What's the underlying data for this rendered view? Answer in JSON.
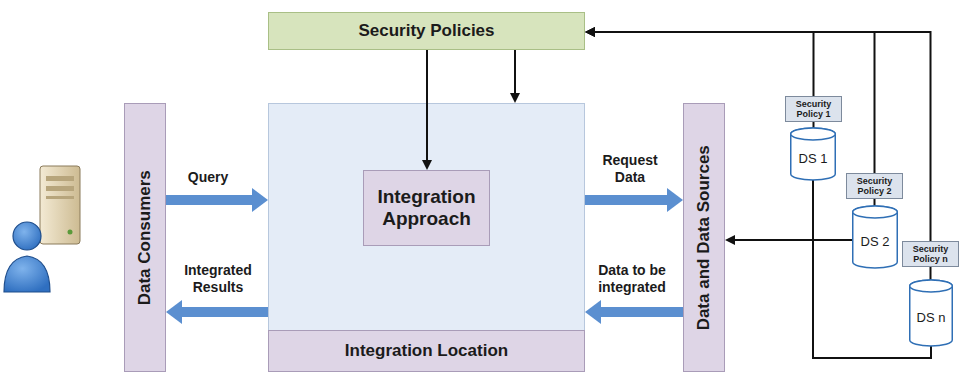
{
  "diagram": {
    "nodes": [
      {
        "text": [
          "Security Policies"
        ]
      },
      {
        "text": [
          "Data Consumers"
        ]
      },
      {
        "text": [
          "Integration Location"
        ]
      },
      {
        "text": [
          "Integration Approach"
        ],
        "in": 2
      },
      {
        "text": [
          "Data and Data Sources"
        ]
      },
      {
        "text": [
          "Security Policy 1"
        ]
      },
      {
        "text": [
          "DS 1"
        ]
      },
      {
        "text": [
          "Security Policy 2"
        ]
      },
      {
        "text": [
          "DS 2"
        ]
      },
      {
        "text": [
          "Security Policy n"
        ]
      },
      {
        "text": [
          "DS n"
        ]
      }
    ],
    "edges": [
      {
        "from": 1,
        "to": 2,
        "label": "Query",
        "arrow": "to"
      },
      {
        "from": 2,
        "to": 1,
        "label": "Integrated Results",
        "arrow": "to"
      },
      {
        "from": 2,
        "to": 4,
        "label": "Request Data",
        "arrow": "to"
      },
      {
        "from": 4,
        "to": 2,
        "label": "Data to be integrated",
        "arrow": "to"
      },
      {
        "from": 0,
        "to": 3,
        "arrow": "to"
      },
      {
        "from": 0,
        "to": 2,
        "arrow": "to"
      },
      {
        "from": 5,
        "to": 0,
        "arrow": "to"
      },
      {
        "from": 7,
        "to": 0,
        "arrow": "to"
      },
      {
        "from": 9,
        "to": 0,
        "arrow": "to"
      },
      {
        "from": 8,
        "to": 4,
        "arrow": "to"
      },
      {
        "from": 6,
        "to": 10,
        "arrow": "none"
      },
      {
        "from": 5,
        "to": 6,
        "arrow": "none"
      },
      {
        "from": 7,
        "to": 8,
        "arrow": "none"
      },
      {
        "from": 9,
        "to": 10,
        "arrow": "none"
      }
    ]
  }
}
